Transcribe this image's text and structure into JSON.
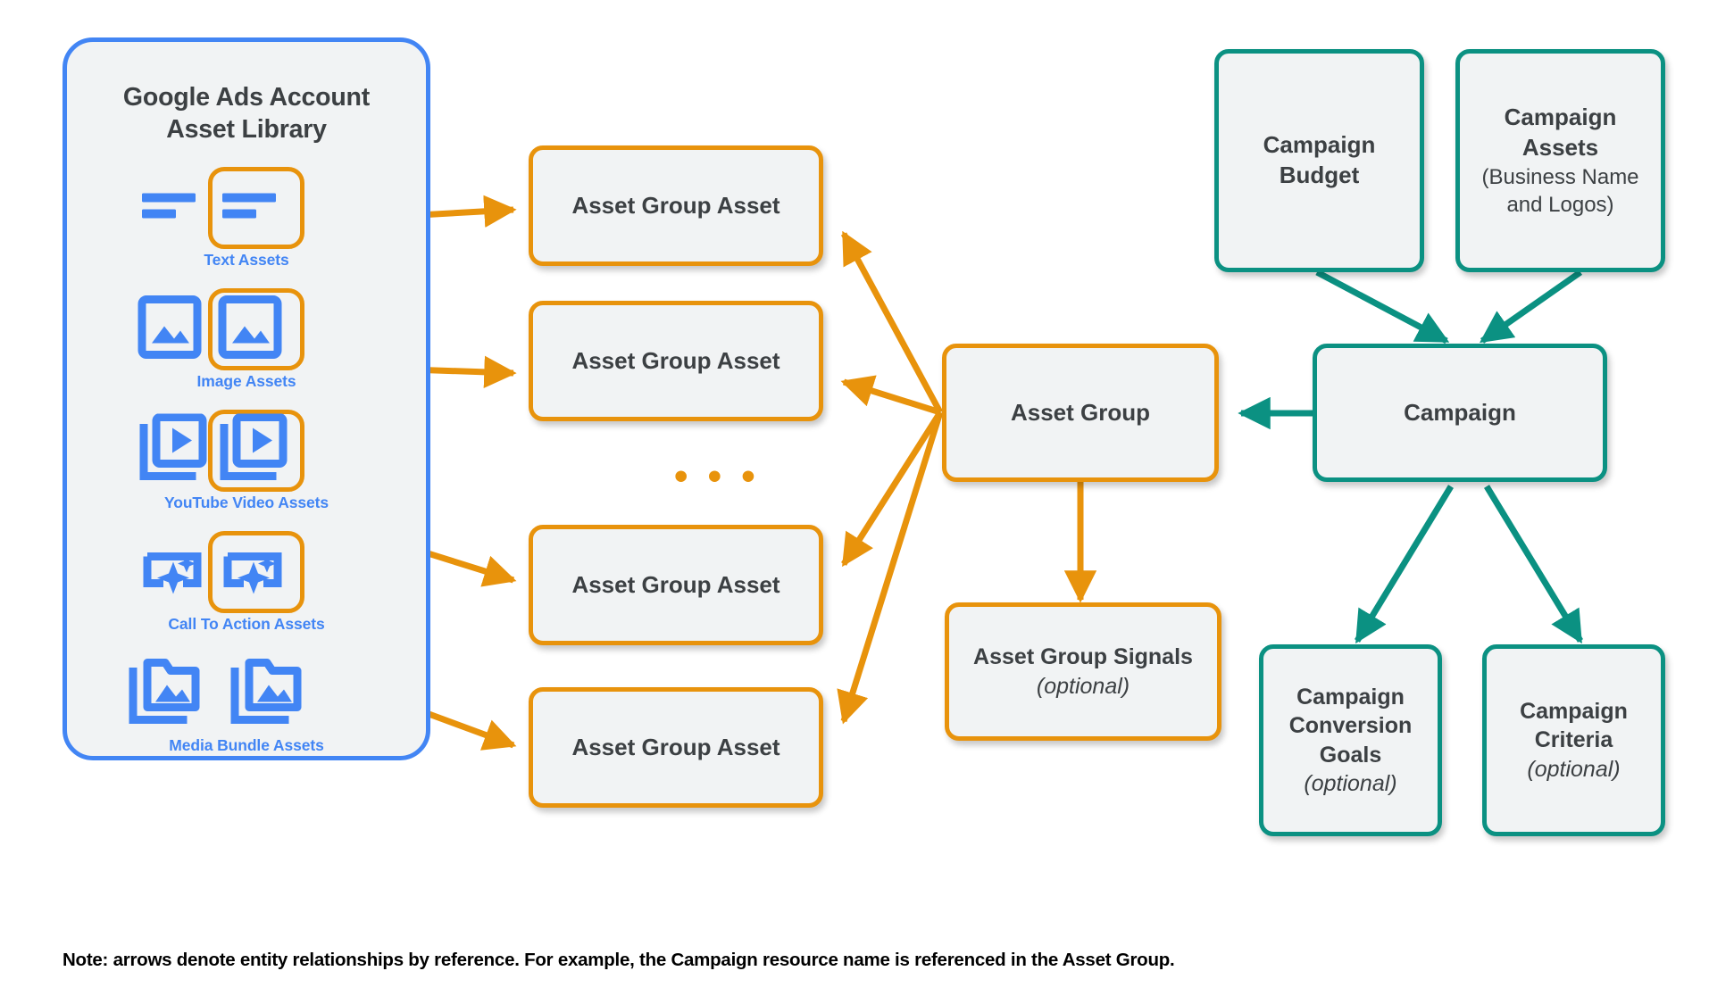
{
  "diagram": {
    "title": "Google Ads Performance Max entity relationship diagram",
    "colors": {
      "orange": "#e8930c",
      "teal": "#0b9182",
      "blue": "#4285f4",
      "box_fill": "#f1f3f4",
      "text": "#3c4043"
    },
    "footnote": "Note: arrows denote entity relationships by reference. For example, the Campaign resource name is referenced in the Asset Group."
  },
  "library": {
    "title_line1": "Google Ads Account",
    "title_line2": "Asset Library",
    "assets": [
      {
        "caption": "Text Assets",
        "icon": "text-asset-icon",
        "highlighted": true
      },
      {
        "caption": "Image Assets",
        "icon": "image-asset-icon",
        "highlighted": true
      },
      {
        "caption": "YouTube Video  Assets",
        "icon": "video-asset-icon",
        "highlighted": true
      },
      {
        "caption": "Call To Action Assets",
        "icon": "call-to-action-icon",
        "highlighted": true
      },
      {
        "caption": "Media Bundle  Assets",
        "icon": "media-bundle-asset-icon",
        "highlighted": false
      }
    ]
  },
  "asset_group_assets": [
    {
      "label": "Asset Group Asset"
    },
    {
      "label": "Asset Group Asset"
    },
    {
      "label": "Asset Group Asset"
    },
    {
      "label": "Asset Group Asset"
    }
  ],
  "ellipsis": "• • •",
  "nodes": {
    "asset_group": {
      "label": "Asset Group"
    },
    "asset_group_signals": {
      "label": "Asset Group Signals",
      "note": "(optional)"
    },
    "campaign_budget": {
      "label": "Campaign Budget"
    },
    "campaign_assets": {
      "label": "Campaign Assets",
      "note": "(Business Name and Logos)"
    },
    "campaign": {
      "label": "Campaign"
    },
    "campaign_conversion_goals": {
      "label": "Campaign Conversion Goals",
      "note": "(optional)"
    },
    "campaign_criteria": {
      "label": "Campaign Criteria",
      "note": "(optional)"
    }
  }
}
